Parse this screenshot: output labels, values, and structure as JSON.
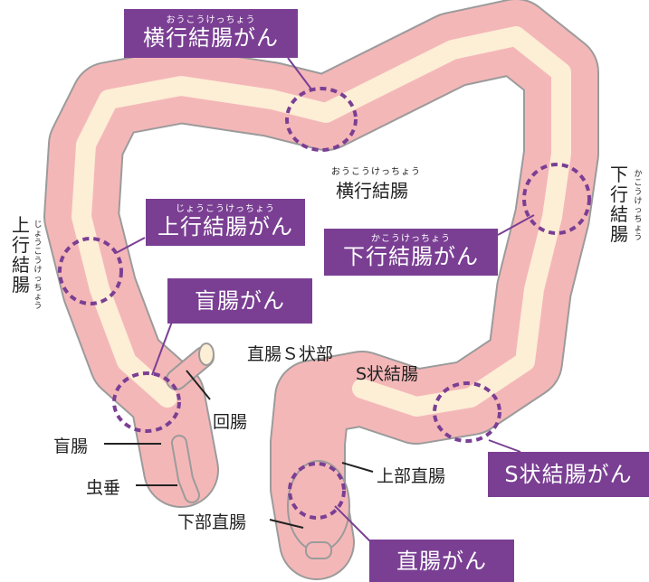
{
  "callouts": {
    "transverse_cancer": {
      "ruby": "おうこうけっちょう",
      "text": "横行結腸がん"
    },
    "ascending_cancer": {
      "ruby": "じょうこうけっちょう",
      "text": "上行結腸がん"
    },
    "cecum_cancer": {
      "ruby": "",
      "text": "盲腸がん"
    },
    "descending_cancer": {
      "ruby": "かこうけっちょう",
      "text": "下行結腸がん"
    },
    "sigmoid_cancer": {
      "ruby": "",
      "text": "S状結腸がん"
    },
    "rectal_cancer": {
      "ruby": "",
      "text": "直腸がん"
    }
  },
  "anatomy": {
    "transverse": {
      "ruby": "おうこうけっちょう",
      "text": "横行結腸"
    },
    "ascending": {
      "ruby": "じょうこうけっちょう",
      "text": "上行結腸"
    },
    "descending": {
      "ruby": "かこうけっちょう",
      "text": "下行結腸"
    },
    "rectosigmoid": "直腸Ｓ状部",
    "sigmoid": "S状結腸",
    "ileum": "回腸",
    "cecum": "盲腸",
    "appendix": "虫垂",
    "upper_rectum": "上部直腸",
    "lower_rectum": "下部直腸"
  },
  "colors": {
    "callout_bg": "#7a3f93",
    "colon_fill": "#f4b7b8",
    "colon_inner": "#fdeed6",
    "outline": "#9b9b9b",
    "marker": "#7a3f93"
  }
}
